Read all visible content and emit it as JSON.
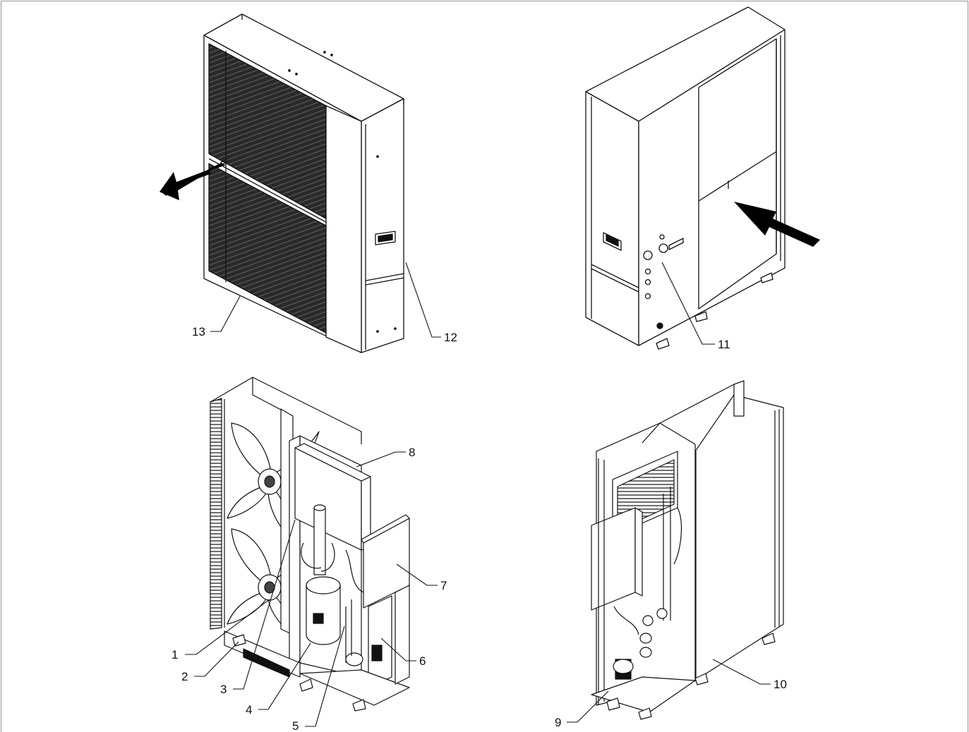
{
  "callouts": [
    {
      "id": "1",
      "text": "1"
    },
    {
      "id": "2",
      "text": "2"
    },
    {
      "id": "3",
      "text": "3"
    },
    {
      "id": "4",
      "text": "4"
    },
    {
      "id": "5",
      "text": "5"
    },
    {
      "id": "6",
      "text": "6"
    },
    {
      "id": "7",
      "text": "7"
    },
    {
      "id": "8",
      "text": "8"
    },
    {
      "id": "9",
      "text": "9"
    },
    {
      "id": "10",
      "text": "10"
    },
    {
      "id": "11",
      "text": "11"
    },
    {
      "id": "12",
      "text": "12"
    },
    {
      "id": "13",
      "text": "13"
    }
  ],
  "colors": {
    "line": "#111111",
    "grille": "#262626",
    "frame": "#999999",
    "fill": "#ffffff",
    "arrow": "#000000"
  }
}
